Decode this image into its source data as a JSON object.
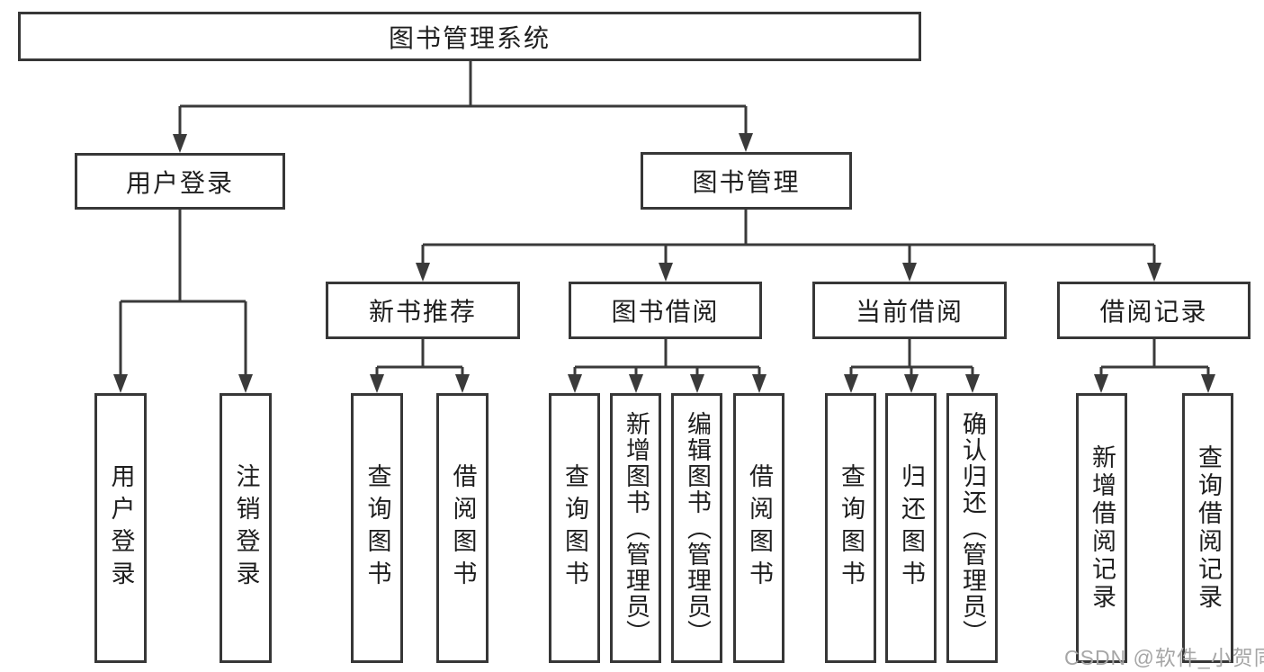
{
  "diagram_title": "图书管理系统",
  "tree": {
    "root": {
      "label": "图书管理系统"
    },
    "user_login": {
      "label": "用户登录",
      "children": [
        {
          "label": "用户登录"
        },
        {
          "label": "注销登录"
        }
      ]
    },
    "book_management": {
      "label": "图书管理",
      "children": [
        {
          "label": "新书推荐",
          "children": [
            {
              "label": "查询图书"
            },
            {
              "label": "借阅图书"
            }
          ]
        },
        {
          "label": "图书借阅",
          "children": [
            {
              "label": "查询图书"
            },
            {
              "label": "新增图书（管理员）"
            },
            {
              "label": "编辑图书（管理员）"
            },
            {
              "label": "借阅图书"
            }
          ]
        },
        {
          "label": "当前借阅",
          "children": [
            {
              "label": "查询图书"
            },
            {
              "label": "归还图书"
            },
            {
              "label": "确认归还（管理员）"
            }
          ]
        },
        {
          "label": "借阅记录",
          "children": [
            {
              "label": "新增借阅记录"
            },
            {
              "label": "查询借阅记录"
            }
          ]
        }
      ]
    }
  },
  "colors": {
    "line": "#3a3a3a",
    "border": "#373737",
    "text": "#1e1e1e",
    "watermark": "#a6a6a6",
    "background": "#ffffff"
  },
  "watermark": {
    "text": "CSDN @软件_小贺同学"
  }
}
